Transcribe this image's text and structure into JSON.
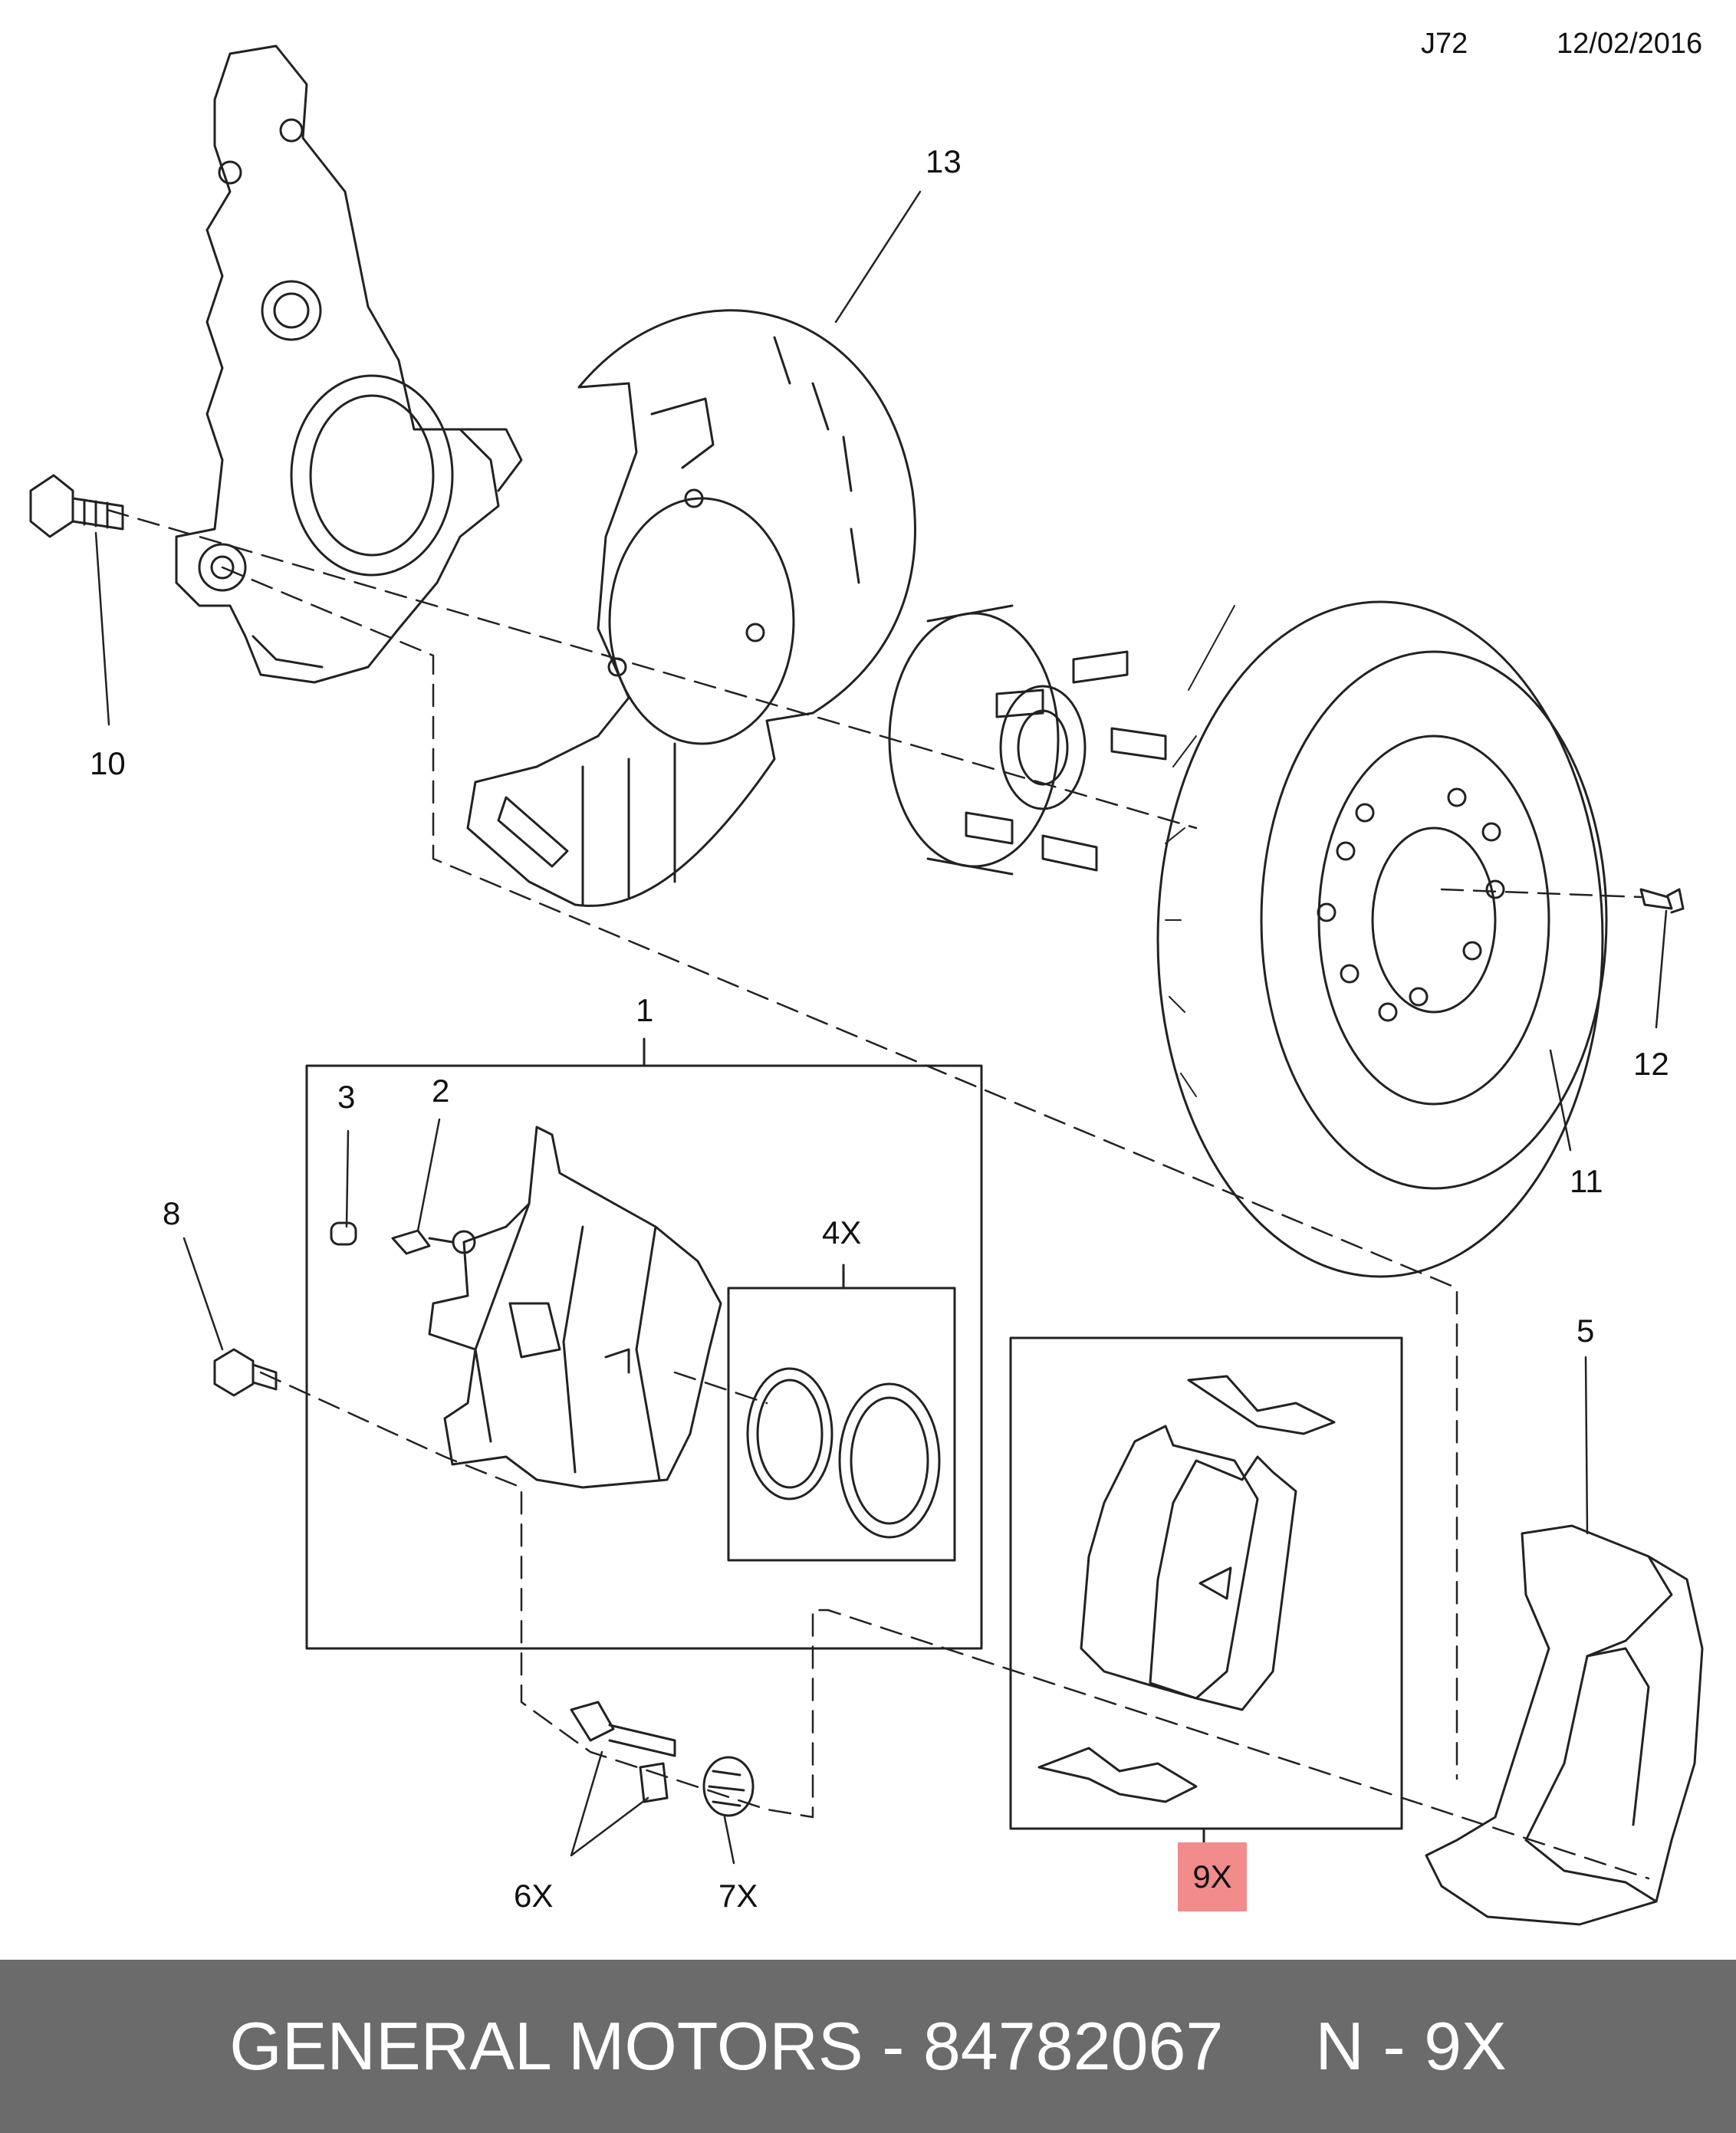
{
  "header": {
    "code": "J72",
    "date": "12/02/2016"
  },
  "callouts": {
    "c1": "1",
    "c2": "2",
    "c3": "3",
    "c4x": "4X",
    "c5": "5",
    "c6x": "6X",
    "c7x": "7X",
    "c8": "8",
    "c9x": "9X",
    "c10": "10",
    "c11": "11",
    "c12": "12",
    "c13": "13"
  },
  "highlight": {
    "callout": "9X",
    "color": "#f28b8b"
  },
  "footer": {
    "part": "GENERAL MOTORS - 84782067",
    "qty": "N - 9X",
    "background": "#6b6b6b",
    "text_color": "#ffffff"
  },
  "icons": [
    "steering-knuckle-icon",
    "bolt-icon",
    "dust-shield-icon",
    "wheel-hub-icon",
    "brake-rotor-icon",
    "screw-icon",
    "brake-caliper-icon",
    "seal-ring-icon",
    "brake-pad-icon",
    "pad-clip-icon",
    "caliper-bracket-icon",
    "guide-pin-icon",
    "pin-boot-icon"
  ]
}
